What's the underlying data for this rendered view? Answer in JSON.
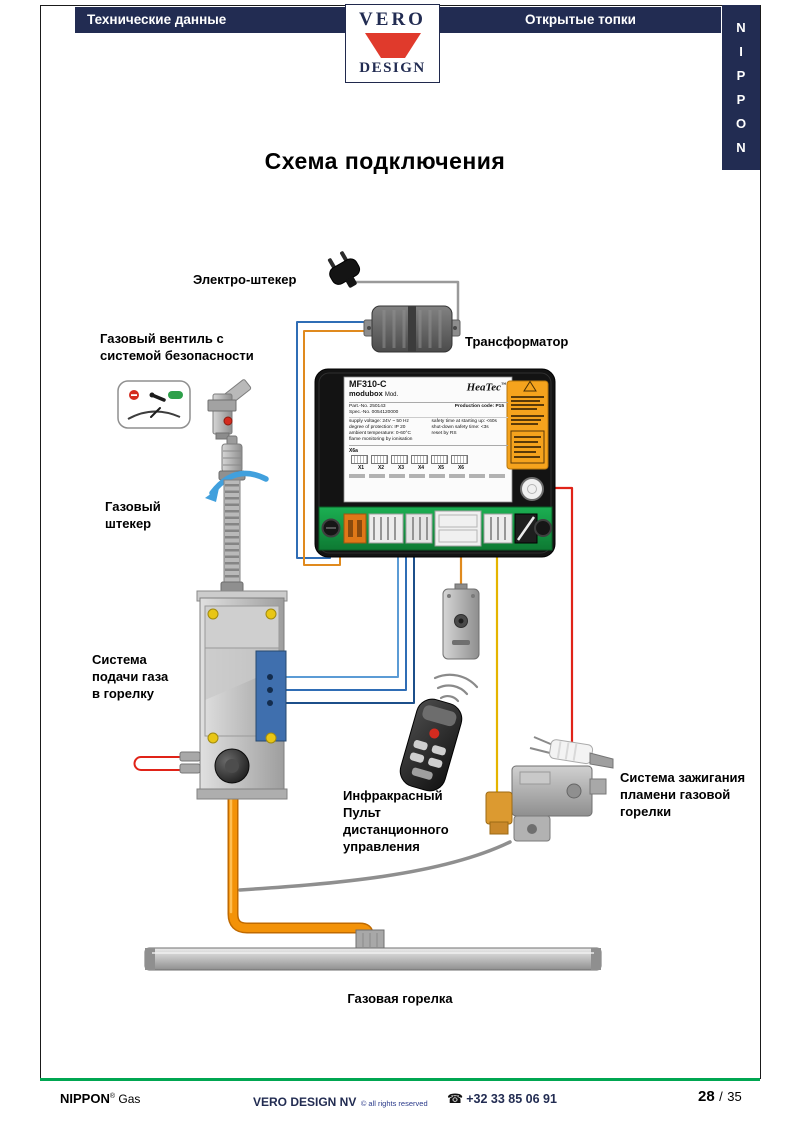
{
  "colors": {
    "navy": "#222c52",
    "logo_red": "#e03a2c",
    "footer_green": "#00a651",
    "wire_red": "#e02318",
    "wire_blue": "#2f6db5",
    "wire_blue_dark": "#1c4f8a",
    "wire_blue_light": "#5b9bd5",
    "wire_orange": "#e08a1e",
    "wire_yellow": "#e5b400",
    "wire_gray": "#9a9a9a",
    "hose_orange": "#f39208",
    "pcb_green": "#18a04a",
    "sticker_orange": "#f5a31d",
    "blue_plate": "#3f6fae"
  },
  "header": {
    "left_tab": "Технические данные",
    "right_tab": "Открытые топки",
    "logo": {
      "top": "VERO",
      "bottom": "DESIGN"
    },
    "side_letters": [
      "N",
      "I",
      "P",
      "P",
      "O",
      "N"
    ]
  },
  "title": "Схема подключения",
  "diagram": {
    "labels": {
      "electro_plug": "Электро-штекер",
      "transformer": "Трансформатор",
      "gas_valve": [
        "Газовый вентиль с",
        "системой безопасности"
      ],
      "gas_plug": [
        "Газовый",
        "штекер"
      ],
      "gas_supply": [
        "Система",
        "подачи газа",
        "в горелку"
      ],
      "remote": [
        "Инфракрасный",
        "Пульт",
        "дистанционного",
        "управления"
      ],
      "ignition": [
        "Система зажигания",
        "пламени газовой",
        "горелки"
      ],
      "burner": "Газовая горелка"
    },
    "modubox": {
      "model": "MF310-C",
      "series": "modubox",
      "mod": "Mod.",
      "brand": "HeaTec",
      "brand_tm": "™",
      "part_no": "Part.-No. 250143",
      "spec_no": "Spec.-No. 0054120000",
      "production_code": "Production code: P15",
      "specs_left": [
        "supply voltage: 24V ~ 50 Hz",
        "degree of protection: IP 20",
        "ambient temperature: 0-60°C",
        "flame monitoring by ionisation"
      ],
      "specs_right": [
        "safety time at starting up: <60s",
        "shut-down safety time: <3s",
        "reset by RS"
      ],
      "terminal_label_left": "X6a",
      "terminal_labels": [
        "X1",
        "X2",
        "X3",
        "X4",
        "X5",
        "X6"
      ]
    }
  },
  "footer": {
    "brand": "NIPPON",
    "brand_reg": "®",
    "brand_suffix": "Gas",
    "company": "VERO DESIGN NV",
    "rights": "© all rights reserved",
    "phone_icon": "☎",
    "phone": "+32 33 85 06 91",
    "page_current": "28",
    "page_separator": "/",
    "page_total": "35"
  }
}
